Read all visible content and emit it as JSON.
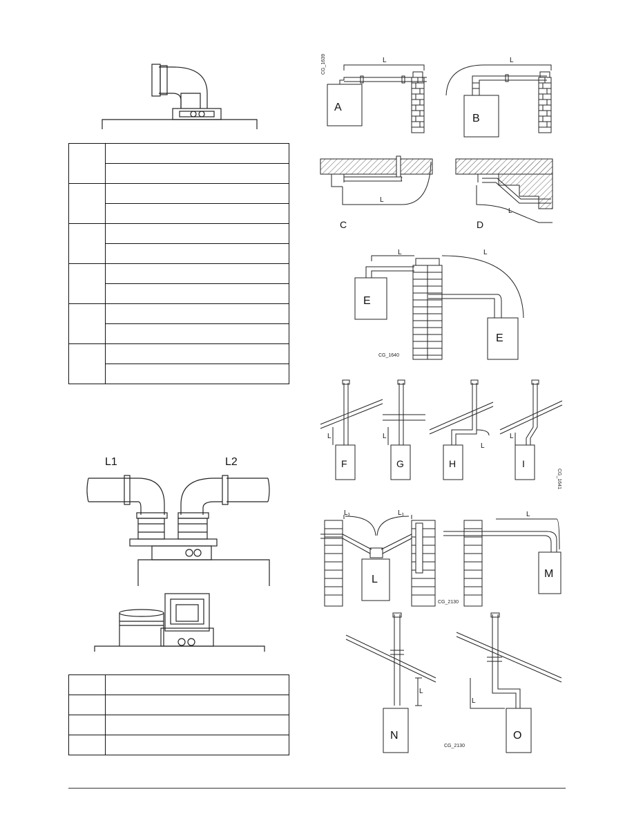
{
  "figures": {
    "connector_labels": {
      "left": "L1",
      "right": "L2"
    },
    "drawing_codes": {
      "top": "CG_1639",
      "e": "CG_1640",
      "fghi": "CG_1641",
      "lm": "CG_2130",
      "no": "CG_2130"
    },
    "diagram_letters": [
      "A",
      "B",
      "C",
      "D",
      "E",
      "E",
      "F",
      "G",
      "H",
      "I",
      "L",
      "M",
      "N",
      "O"
    ],
    "dimension_label": "L",
    "dimension_sub_label": "L₁"
  },
  "table_top": {
    "rows": 6,
    "sub_rows": 2
  },
  "table_bottom": {
    "rows": 4
  }
}
